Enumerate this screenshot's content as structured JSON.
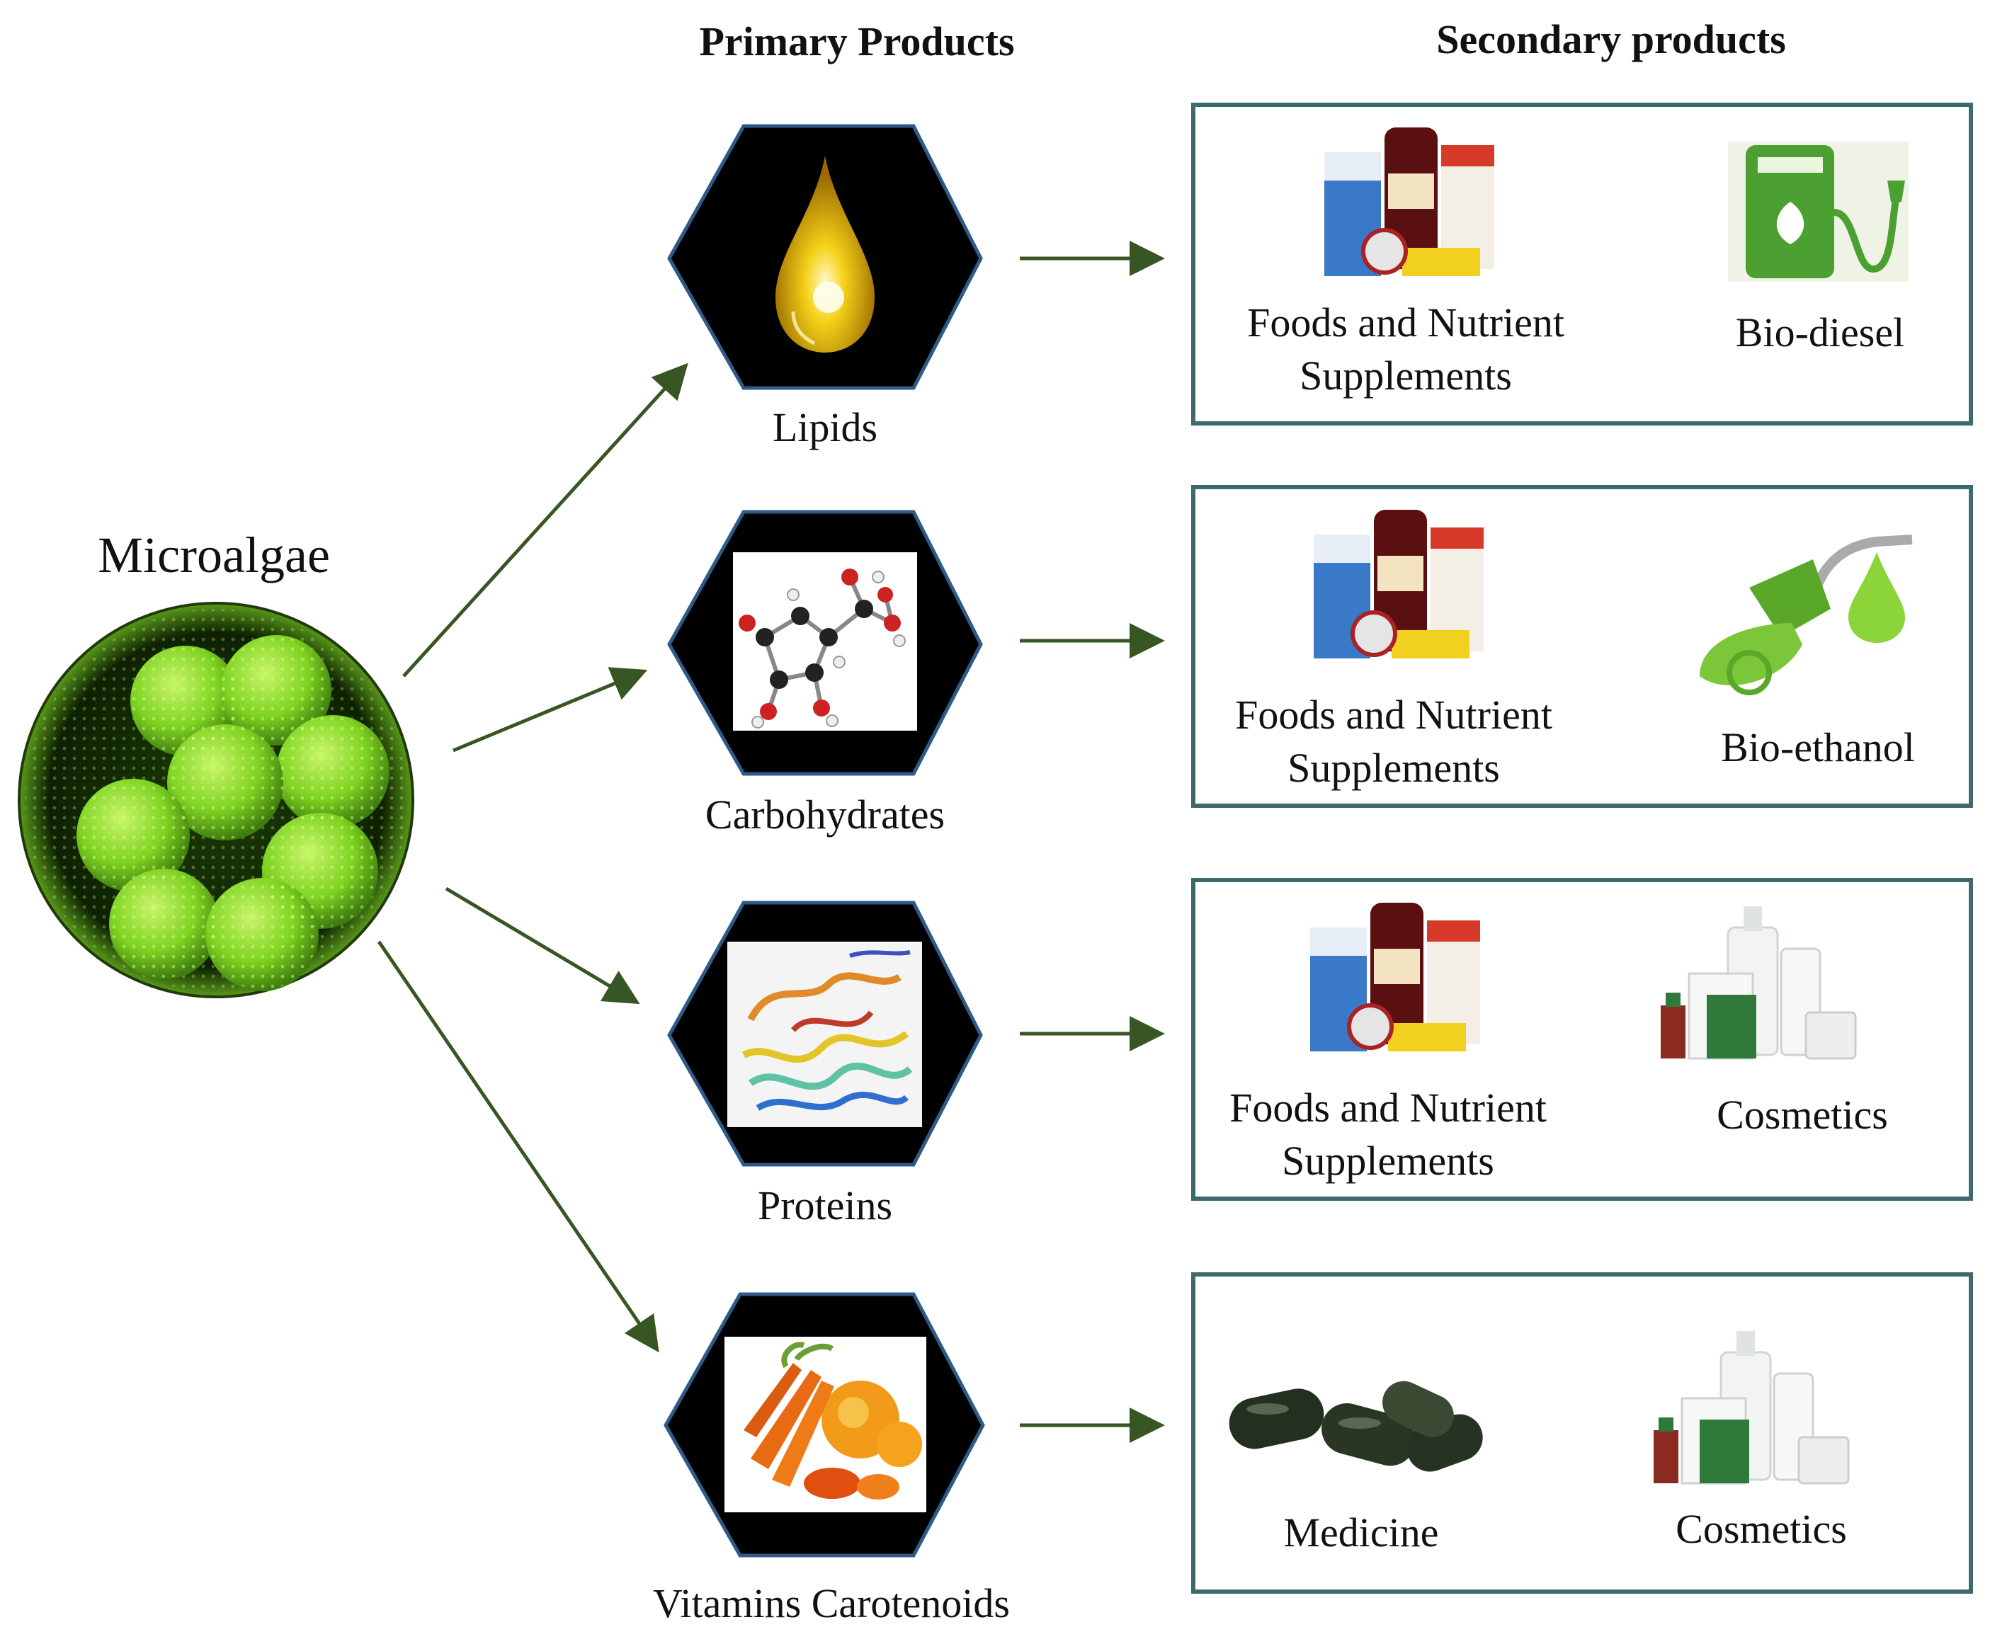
{
  "headers": {
    "primary": "Primary Products",
    "secondary": "Secondary products"
  },
  "source": {
    "label": "Microalgae",
    "image": "microalgae-colony-image"
  },
  "primary_products": [
    {
      "label": "Lipids",
      "image": "oil-drop-image"
    },
    {
      "label": "Carbohydrates",
      "image": "molecule-model-image"
    },
    {
      "label": "Proteins",
      "image": "protein-ribbon-image"
    },
    {
      "label": "Vitamins Carotenoids",
      "image": "carrot-vegetables-image"
    }
  ],
  "secondary_products": [
    {
      "items": [
        {
          "label_line1": "Foods and Nutrient",
          "label_line2": "Supplements",
          "image": "food-packages-image"
        },
        {
          "label_line1": "Bio-diesel",
          "label_line2": "",
          "image": "fuel-pump-leaf-icon"
        }
      ]
    },
    {
      "items": [
        {
          "label_line1": "Foods and Nutrient",
          "label_line2": "Supplements",
          "image": "food-packages-image"
        },
        {
          "label_line1": "Bio-ethanol",
          "label_line2": "",
          "image": "fuel-nozzle-drop-icon"
        }
      ]
    },
    {
      "items": [
        {
          "label_line1": "Foods and Nutrient",
          "label_line2": "Supplements",
          "image": "food-packages-image"
        },
        {
          "label_line1": "Cosmetics",
          "label_line2": "",
          "image": "cosmetic-bottles-image"
        }
      ]
    },
    {
      "items": [
        {
          "label_line1": "Medicine",
          "label_line2": "",
          "image": "capsules-image"
        },
        {
          "label_line1": "Cosmetics",
          "label_line2": "",
          "image": "cosmetic-bottles-image"
        }
      ]
    }
  ],
  "colors": {
    "arrow": "#375623",
    "box_border": "#3d6b6b",
    "hexagon_fill": "#000000",
    "hexagon_border": "#2e5a88",
    "algae_green": "#8ee028"
  }
}
